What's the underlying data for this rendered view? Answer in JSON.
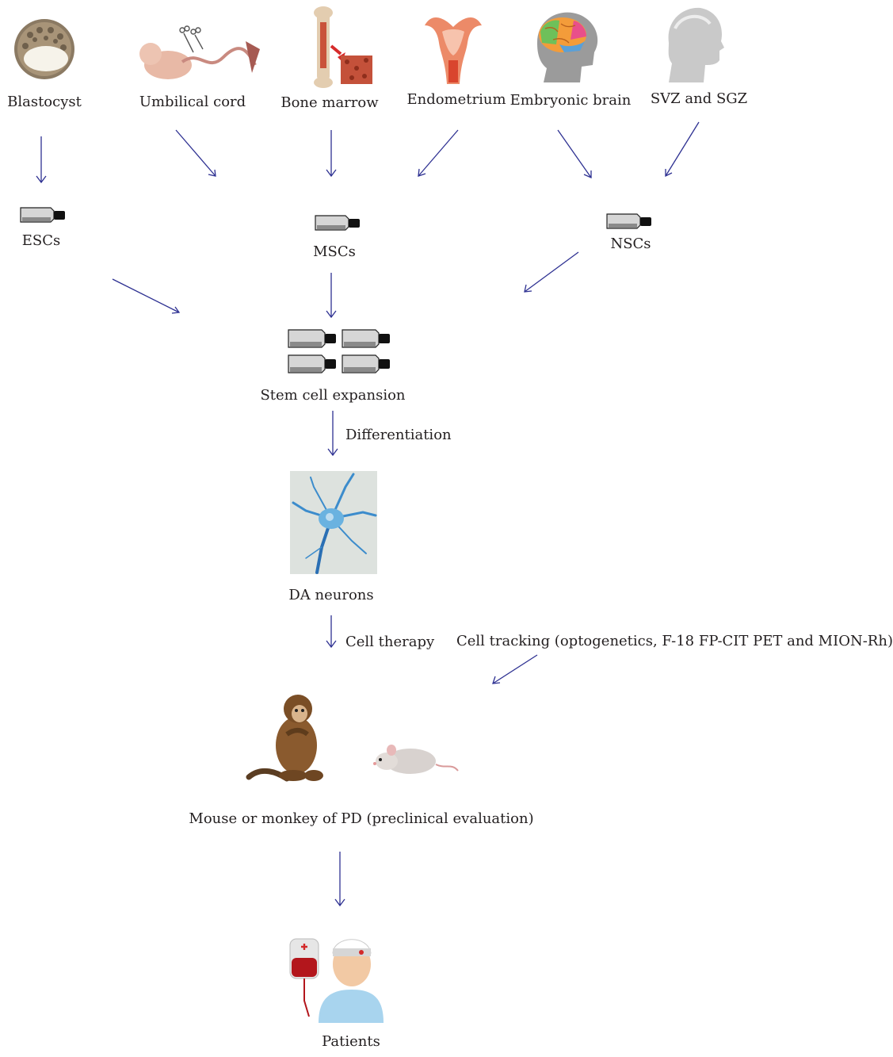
{
  "sources": {
    "blastocyst": "Blastocyst",
    "umbilical_cord": "Umbilical cord",
    "bone_marrow": "Bone marrow",
    "endometrium": "Endometrium",
    "embryonic_brain": "Embryonic brain",
    "svz_sgz": "SVZ and SGZ"
  },
  "cell_types": {
    "escs": "ESCs",
    "mscs": "MSCs",
    "nscs": "NSCs"
  },
  "steps": {
    "expansion": "Stem cell expansion",
    "differentiation": "Differentiation",
    "da_neurons": "DA neurons",
    "cell_therapy": "Cell therapy",
    "cell_tracking": "Cell tracking (optogenetics, F-18 FP-CIT PET and MION-Rh)",
    "preclinical": "Mouse or monkey of PD (preclinical evaluation)",
    "patients": "Patients"
  },
  "colors": {
    "arrow": "#2e3192",
    "text": "#231f20"
  }
}
